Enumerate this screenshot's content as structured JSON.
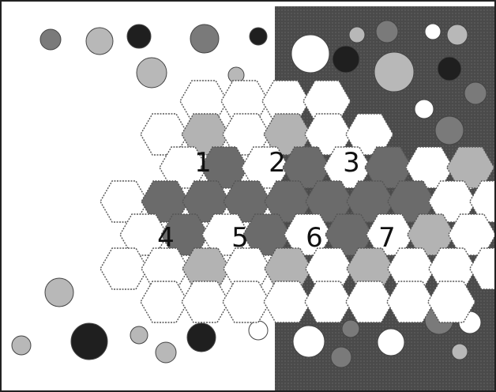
{
  "figure": {
    "colors": {
      "background": "#ffffff",
      "frame": "#222222",
      "dark_panel": "#4a4a4a",
      "hex_dark": "#6b6b6b",
      "hex_light": "#b3b3b3",
      "hex_white": "#ffffff",
      "hex_stroke": "#555555",
      "circle_dark": "#1f1f1f",
      "circle_mid": "#7a7a7a",
      "circle_light": "#b8b8b8",
      "circle_white": "#ffffff"
    },
    "hex_labels": [
      "1",
      "2",
      "3",
      "4",
      "5",
      "6",
      "7"
    ]
  }
}
